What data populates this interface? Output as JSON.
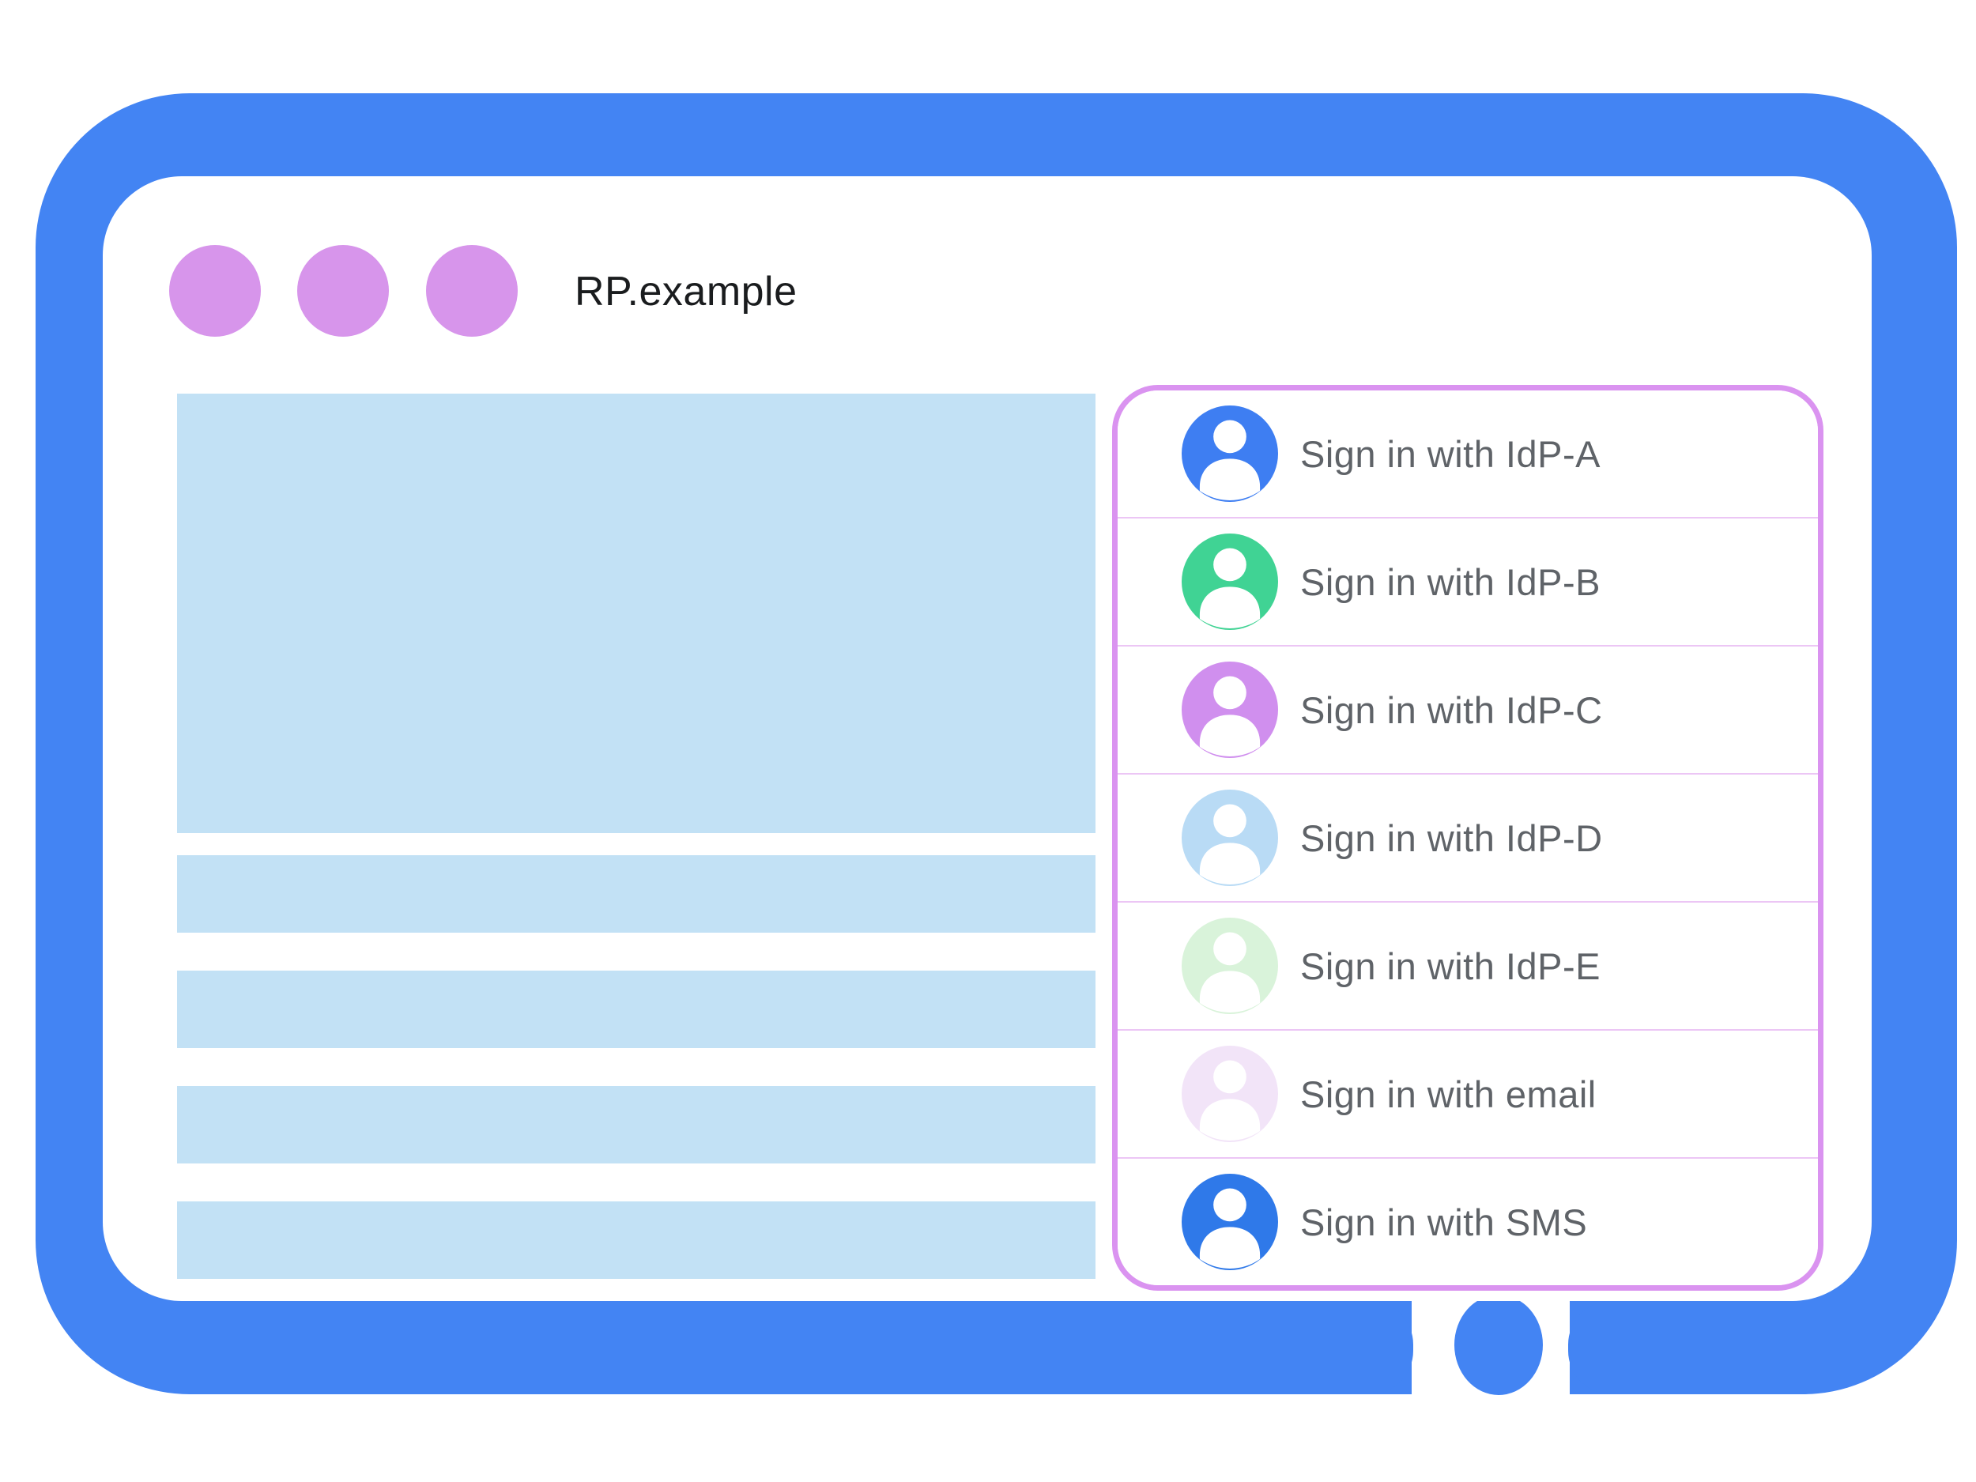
{
  "diagram": {
    "frame_color": "#4384F3",
    "window_dot_color": "#D795EB",
    "placeholder_color": "#C2E1F5"
  },
  "browser": {
    "title": "RP.example"
  },
  "signin_panel": {
    "border_color": "#DA93F0",
    "divider_color": "#ECC6F5",
    "label_color": "#5F6368",
    "options": [
      {
        "label": "Sign in with IdP-A",
        "avatar_color": "#3E7EF2"
      },
      {
        "label": "Sign in with IdP-B",
        "avatar_color": "#40D394"
      },
      {
        "label": "Sign in with IdP-C",
        "avatar_color": "#D08FEE"
      },
      {
        "label": "Sign in with IdP-D",
        "avatar_color": "#B9DBF5"
      },
      {
        "label": "Sign in with IdP-E",
        "avatar_color": "#D9F3DA"
      },
      {
        "label": "Sign in with email",
        "avatar_color": "#F2E4F8"
      },
      {
        "label": "Sign in with SMS",
        "avatar_color": "#2F79E9"
      }
    ]
  }
}
